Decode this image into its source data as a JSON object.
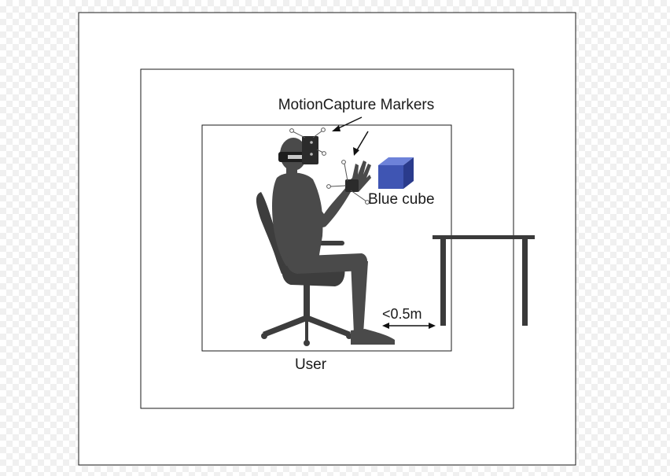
{
  "labels": {
    "markers": "MotionCapture Markers",
    "cube": "Blue cube",
    "distance": "<0.5m",
    "user": "User"
  },
  "colors": {
    "frame": "#1a1a1a",
    "figure": "#4a4a4a",
    "cube_front": "#3f55b3",
    "cube_top": "#6d82d9",
    "cube_side": "#2a3b8c",
    "table": "#3a3a3a"
  },
  "icons": [
    "vr-headset-icon",
    "office-chair-icon",
    "seated-person-icon",
    "desk-icon"
  ]
}
